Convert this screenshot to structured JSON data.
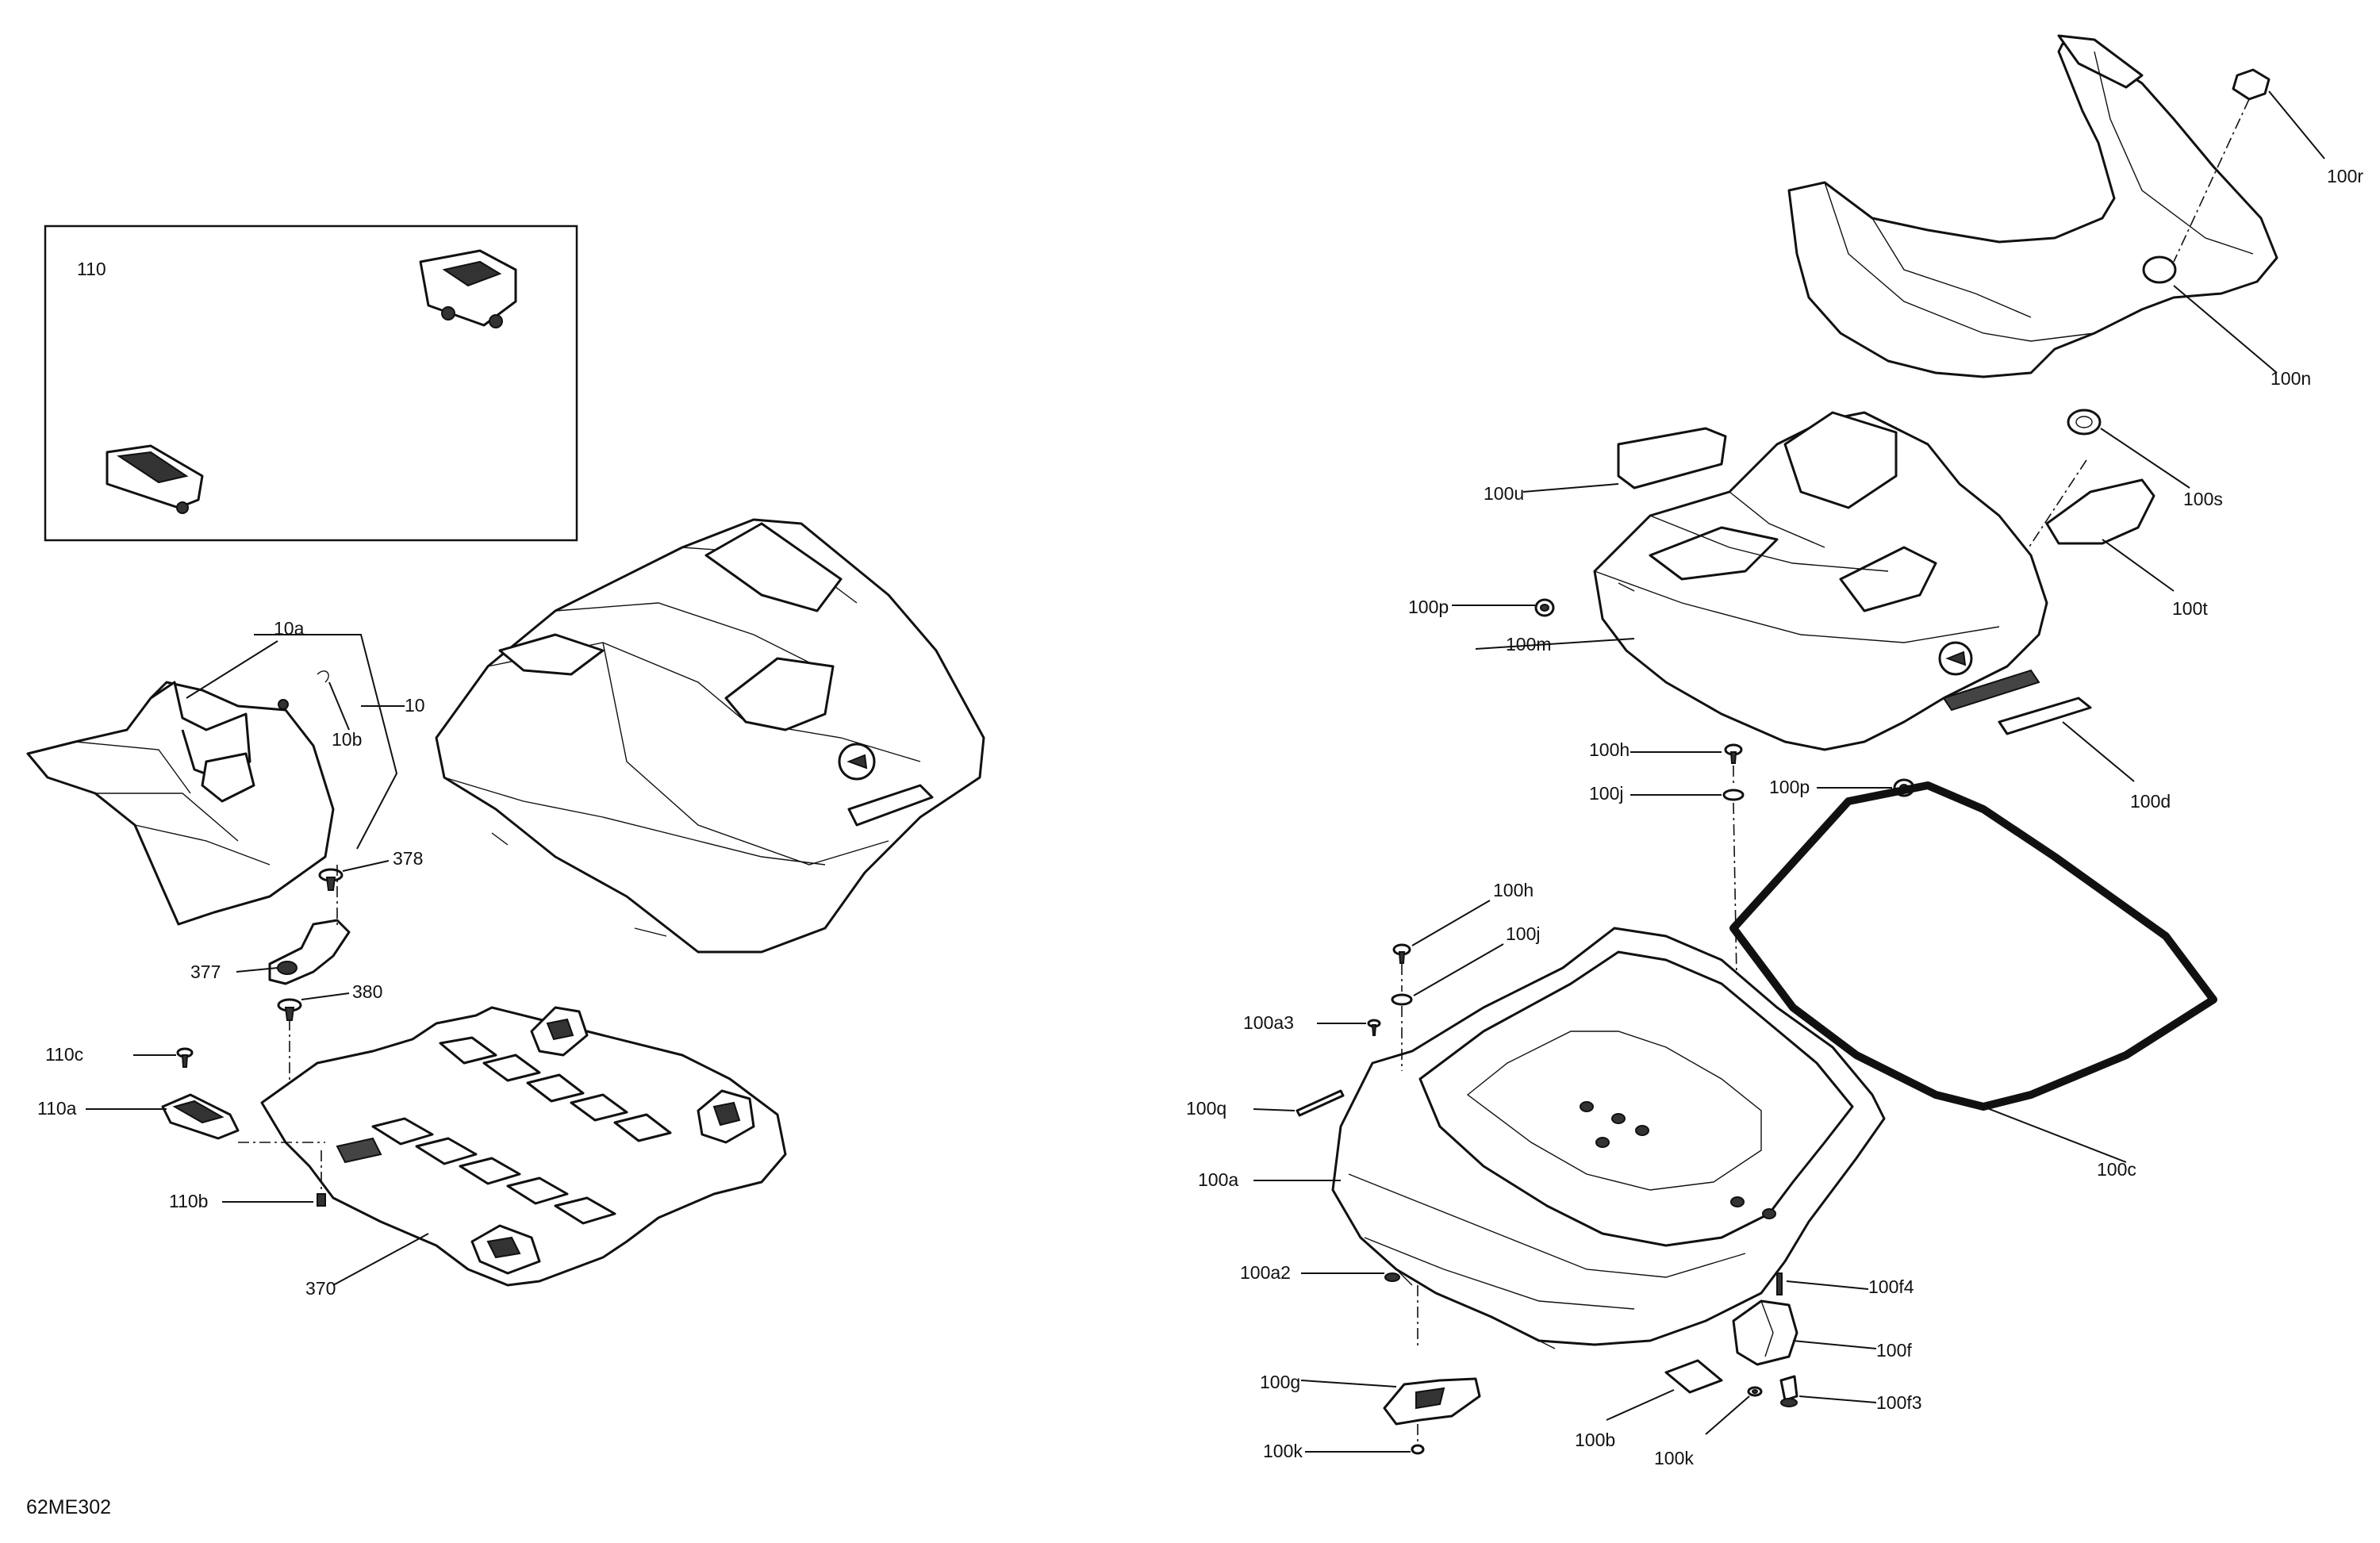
{
  "drawing_ref": "62ME302",
  "inset": {
    "label": "110"
  },
  "callouts": {
    "c10": "10",
    "c10a": "10a",
    "c10b": "10b",
    "c378": "378",
    "c377": "377",
    "c380": "380",
    "c110c": "110c",
    "c110a": "110a",
    "c110b": "110b",
    "c370": "370",
    "c100r": "100r",
    "c100n": "100n",
    "c100s": "100s",
    "c100u": "100u",
    "c100t": "100t",
    "c100p_top": "100p",
    "c100m": "100m",
    "c100h_top": "100h",
    "c100j_top": "100j",
    "c100p_mid": "100p",
    "c100d": "100d",
    "c100h": "100h",
    "c100j": "100j",
    "c100a3": "100a3",
    "c100q": "100q",
    "c100a": "100a",
    "c100c": "100c",
    "c100a2": "100a2",
    "c100f4": "100f4",
    "c100f": "100f",
    "c100g": "100g",
    "c100f3": "100f3",
    "c100b": "100b",
    "c100k_left": "100k",
    "c100k_right": "100k"
  }
}
